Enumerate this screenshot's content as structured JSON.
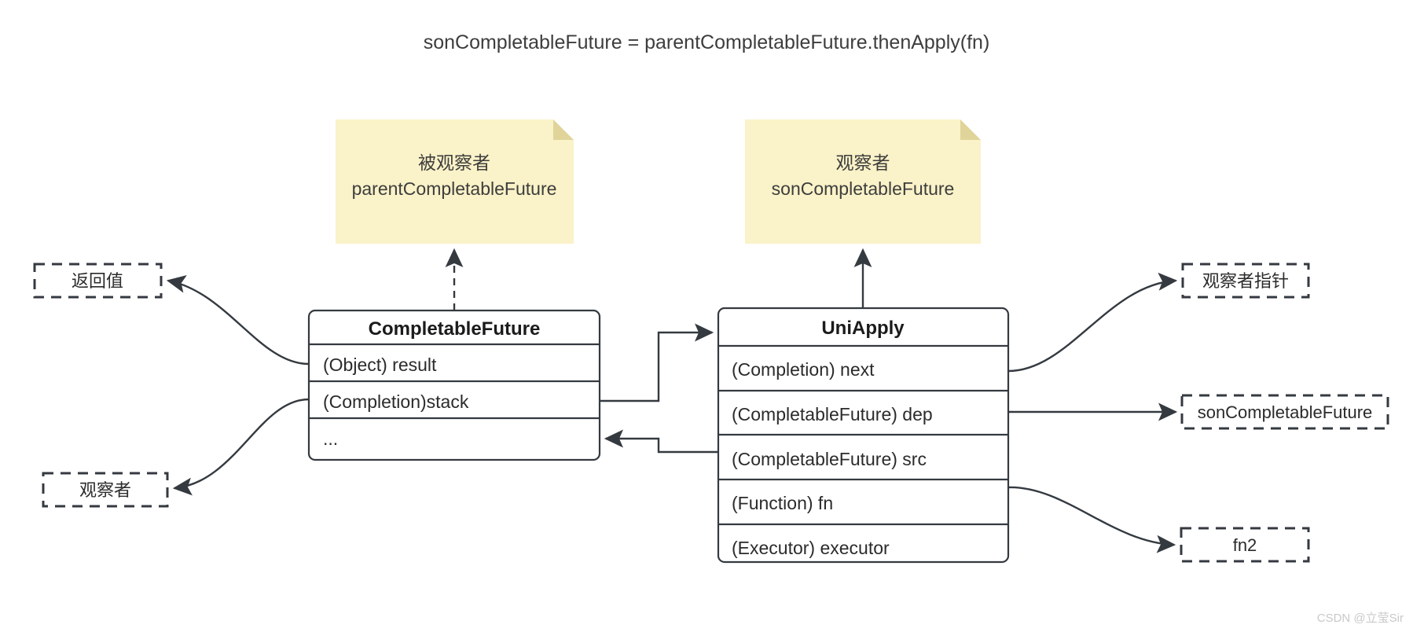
{
  "title": "sonCompletableFuture = parentCompletableFuture.thenApply(fn)",
  "colors": {
    "note_fill": "#faf2c8",
    "note_fold": "#e0d49b",
    "stroke": "#343a40",
    "text": "#2b2b2b",
    "background": "#ffffff",
    "watermark": "#c9c9c9"
  },
  "notes": [
    {
      "id": "note-parent",
      "line1": "被观察者",
      "line2": "parentCompletableFuture"
    },
    {
      "id": "note-son",
      "line1": "观察者",
      "line2": "sonCompletableFuture"
    }
  ],
  "classes": [
    {
      "id": "completable-future",
      "title": "CompletableFuture",
      "fields": [
        "(Object) result",
        "(Completion)stack",
        "..."
      ]
    },
    {
      "id": "uni-apply",
      "title": "UniApply",
      "fields": [
        "(Completion) next",
        "(CompletableFuture) dep",
        "(CompletableFuture) src",
        "(Function) fn",
        "(Executor) executor"
      ]
    }
  ],
  "annotations": [
    {
      "id": "return-value",
      "label": "返回值",
      "side": "left"
    },
    {
      "id": "observer",
      "label": "观察者",
      "side": "left"
    },
    {
      "id": "observer-ptr",
      "label": "观察者指针",
      "side": "right"
    },
    {
      "id": "son-future",
      "label": "sonCompletableFuture",
      "side": "right"
    },
    {
      "id": "fn2",
      "label": "fn2",
      "side": "right"
    }
  ],
  "watermark": "CSDN @立莹Sir"
}
